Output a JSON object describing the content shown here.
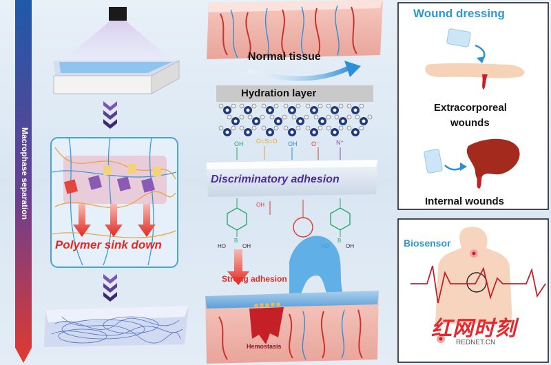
{
  "side_label": "Macrophase separation",
  "steps": {
    "sink_label": "Polymer sink down"
  },
  "center": {
    "normal_tissue": "Normal tissue",
    "hydration_layer": "Hydration layer",
    "discriminatory_adhesion": "Discriminatory adhesion",
    "strong_adhesion": "Strong adhesion",
    "hemostasis": "Hemostasis"
  },
  "right_top": {
    "title": "Wound dressing",
    "extracorporeal": "Extracorporeal",
    "extracorporeal_line2": "wounds",
    "internal": "Internal wounds"
  },
  "right_bottom": {
    "title": "Biosensor"
  },
  "watermark": {
    "main": "红网时刻",
    "sub": "REDNET.CN"
  },
  "colors": {
    "accent_blue": "#2a9ad6",
    "accent_red": "#e8262b",
    "arrow_gradient_top": "#1e5aa8",
    "arrow_gradient_bottom": "#e03a2f"
  }
}
